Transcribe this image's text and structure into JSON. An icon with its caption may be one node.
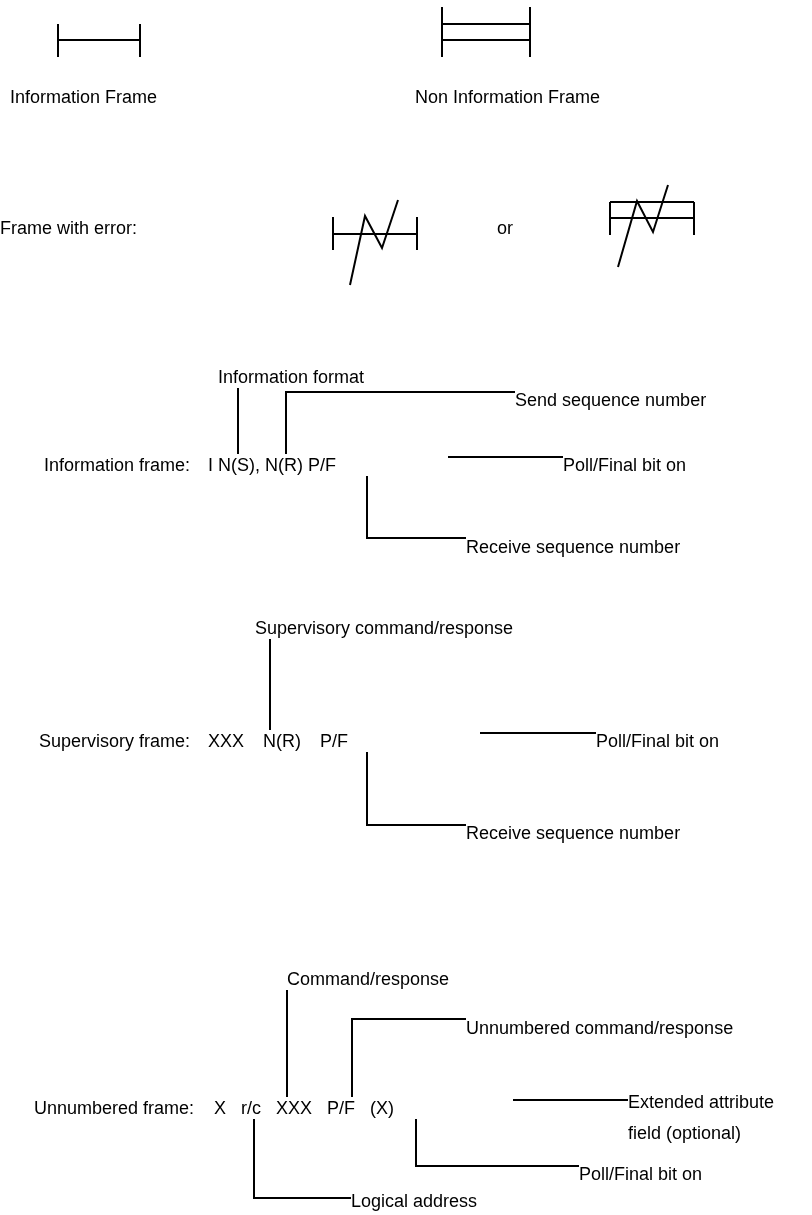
{
  "diagram": {
    "nodes": [
      {
        "text": [
          "Information format"
        ]
      },
      {
        "text": [
          "Send sequence number"
        ]
      },
      {
        "text": [
          "Information frame:",
          "I N(S), N(R) P/F"
        ]
      },
      {
        "text": [
          "Poll/Final bit on"
        ]
      },
      {
        "text": [
          "Receive sequence number"
        ]
      },
      {
        "text": [
          "Supervisory command/response"
        ]
      },
      {
        "text": [
          "Supervisory frame:",
          "XXX N(R) P/F"
        ]
      },
      {
        "text": [
          "Poll/Final bit on"
        ]
      },
      {
        "text": [
          "Receive sequence number"
        ]
      },
      {
        "text": [
          "Command/response"
        ]
      },
      {
        "text": [
          "Unnumbered command/response"
        ]
      },
      {
        "text": [
          "Unnumbered frame:",
          "X r/c XXX P/F (X)"
        ]
      },
      {
        "text": [
          "Extended attribute field (optional)"
        ]
      },
      {
        "text": [
          "Poll/Final bit on"
        ]
      },
      {
        "text": [
          "Logical address"
        ]
      }
    ],
    "edges": [
      {
        "from": 0,
        "to": 2,
        "arrow": "none"
      },
      {
        "from": 1,
        "to": 2,
        "arrow": "none"
      },
      {
        "from": 3,
        "to": null,
        "arrow": "none"
      },
      {
        "from": 4,
        "to": 2,
        "arrow": "none"
      },
      {
        "from": 5,
        "to": 6,
        "arrow": "none"
      },
      {
        "from": 7,
        "to": null,
        "arrow": "none"
      },
      {
        "from": 8,
        "to": 6,
        "arrow": "none"
      },
      {
        "from": 9,
        "to": 11,
        "arrow": "none"
      },
      {
        "from": 10,
        "to": 11,
        "arrow": "none"
      },
      {
        "from": 12,
        "to": null,
        "arrow": "none"
      },
      {
        "from": 13,
        "to": 11,
        "arrow": "none"
      },
      {
        "from": 14,
        "to": 11,
        "arrow": "none"
      }
    ],
    "labels": [
      "Information Frame",
      "Non Information Frame",
      "Frame with error:",
      "or"
    ]
  }
}
